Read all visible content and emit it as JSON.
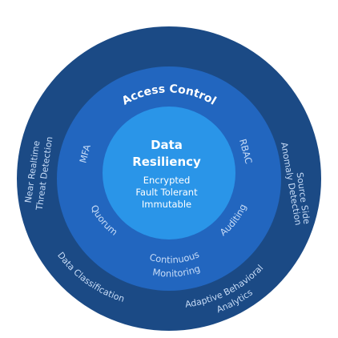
{
  "diagram": {
    "colors": {
      "outer": "#1b4a85",
      "middle": "#2266bf",
      "inner": "#2a95e8",
      "text": "#ffffff",
      "text_muted": "#c7dcf7"
    },
    "core": {
      "title_line1": "Data",
      "title_line2": "Resiliency",
      "features": [
        "Encrypted",
        "Fault Tolerant",
        "Immutable"
      ]
    },
    "middle_ring": {
      "title": "Access Control",
      "items": [
        "MFA",
        "RBAC",
        "Quorum",
        "Auditing"
      ],
      "bottom_line1": "Continuous",
      "bottom_line2": "Monitoring"
    },
    "outer_ring": {
      "title": "Detection & Analytics",
      "left_line1": "Near Realtime",
      "left_line2": "Threat Detection",
      "right_line1": "Source Side",
      "right_line2": "Anomaly Detection",
      "bottom_left": "Data Classification",
      "bottom_right_line1": "Adaptive Behavioral",
      "bottom_right_line2": "Analytics"
    }
  }
}
